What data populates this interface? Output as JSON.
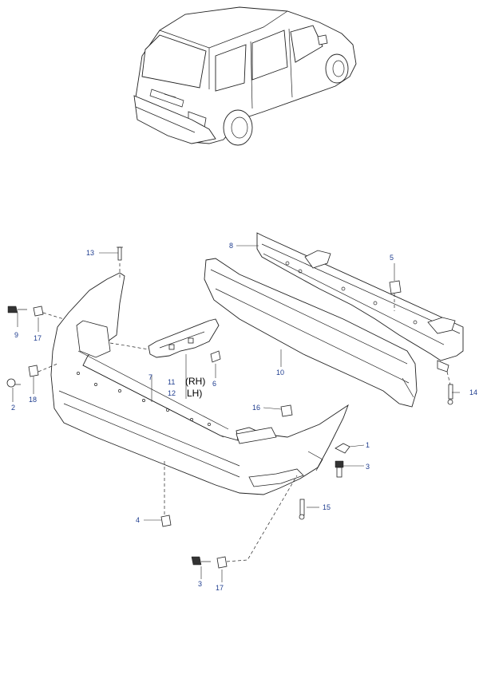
{
  "callouts": [
    {
      "id": "c1",
      "text": "1"
    },
    {
      "id": "c2",
      "text": "2"
    },
    {
      "id": "c3a",
      "text": "3"
    },
    {
      "id": "c3b",
      "text": "3"
    },
    {
      "id": "c4",
      "text": "4"
    },
    {
      "id": "c5",
      "text": "5"
    },
    {
      "id": "c6",
      "text": "6"
    },
    {
      "id": "c7",
      "text": "7"
    },
    {
      "id": "c8",
      "text": "8"
    },
    {
      "id": "c9",
      "text": "9"
    },
    {
      "id": "c10",
      "text": "10"
    },
    {
      "id": "c11",
      "text": "11"
    },
    {
      "id": "c12",
      "text": "12"
    },
    {
      "id": "c13",
      "text": "13"
    },
    {
      "id": "c14",
      "text": "14"
    },
    {
      "id": "c15",
      "text": "15"
    },
    {
      "id": "c16",
      "text": "16"
    },
    {
      "id": "c17a",
      "text": "17"
    },
    {
      "id": "c17b",
      "text": "17"
    },
    {
      "id": "c18",
      "text": "18"
    }
  ],
  "side_labels": {
    "rh": "(RH)",
    "lh": "LH)"
  },
  "colors": {
    "callout_text": "#1f3d8f",
    "line": "#222222"
  }
}
